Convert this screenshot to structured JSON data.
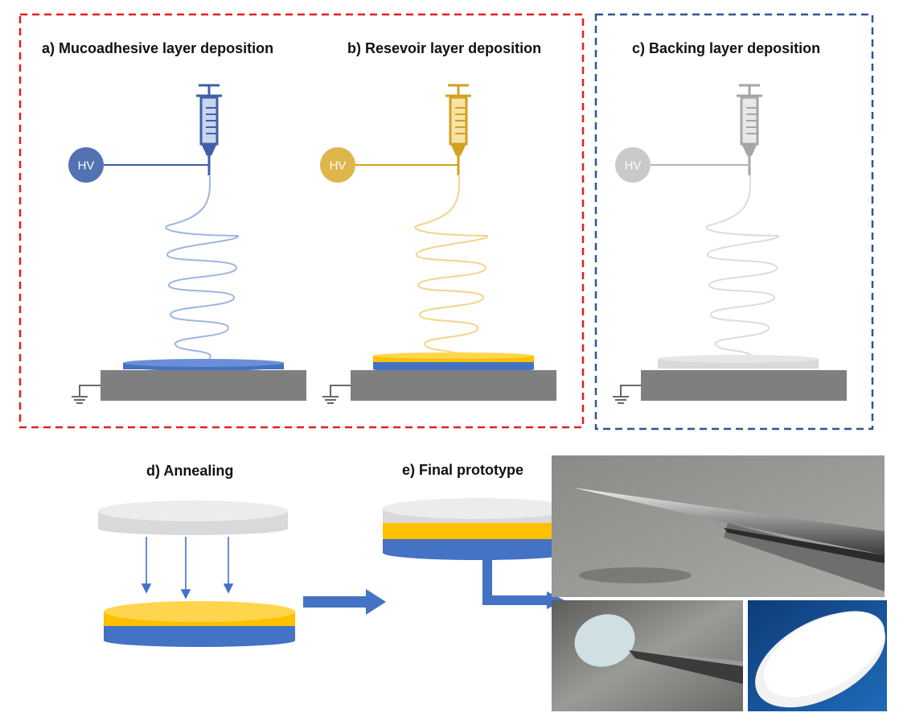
{
  "panels": {
    "a": {
      "title": "a) Mucoadhesive layer deposition",
      "hv": "HV"
    },
    "b": {
      "title": "b) Resevoir layer deposition",
      "hv": "HV"
    },
    "c": {
      "title": "c) Backing layer deposition",
      "hv": "HV"
    },
    "d": {
      "title": "d) Annealing"
    },
    "e": {
      "title": "e) Final prototype"
    }
  },
  "colors": {
    "mucoadhesive_blue": "#4472c4",
    "reservoir_yellow": "#ffc000",
    "backing_grey": "#d9d9d9",
    "collector_grey": "#7f7f7f",
    "frame_red": "#e02020",
    "frame_blue": "#2f5597"
  }
}
